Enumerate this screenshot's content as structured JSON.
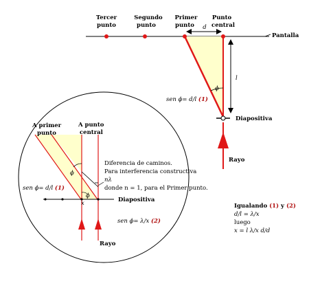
{
  "colors": {
    "red": "#e01818",
    "dark_red": "#b01010",
    "cream": "#ffffcc",
    "black": "#000000"
  },
  "top": {
    "labels": {
      "tercer_1": "Tercer",
      "tercer_2": "punto",
      "segundo_1": "Segundo",
      "segundo_2": "punto",
      "primer_1": "Primer",
      "primer_2": "punto",
      "central_1": "Punto",
      "central_2": "central",
      "pantalla": "Pantalla",
      "d": "d",
      "l": "l",
      "phi": "ϕ",
      "eq_text": "sen ϕ= d/l",
      "eq_num": "(1)",
      "diapositiva": "Diapositiva",
      "rayo": "Rayo"
    }
  },
  "inset": {
    "labels": {
      "a_primer_1": "A primer",
      "a_primer_2": "punto",
      "a_central_1": "A punto",
      "a_central_2": "central",
      "diferencia": "Diferencia de caminos.",
      "para": "Para interferencia constructiva",
      "nlambda": "nλ",
      "donde": "donde n = 1, para el Primer punto.",
      "phi": "ϕ",
      "phi_small": "ϕ",
      "x": "x",
      "eq1_text": "sen ϕ= d/l",
      "eq1_num": "(1)",
      "diapositiva": "Diapositiva",
      "eq2_text": "sen ϕ= λ/x",
      "eq2_num": "(2)",
      "rayo": "Rayo"
    }
  },
  "result": {
    "igualando": "Igualando",
    "num1": "(1)",
    "y": "y",
    "num2": "(2)",
    "line2": "d/l = λ/x",
    "line3": "luego",
    "line4": "x = l λ/x d/d"
  }
}
